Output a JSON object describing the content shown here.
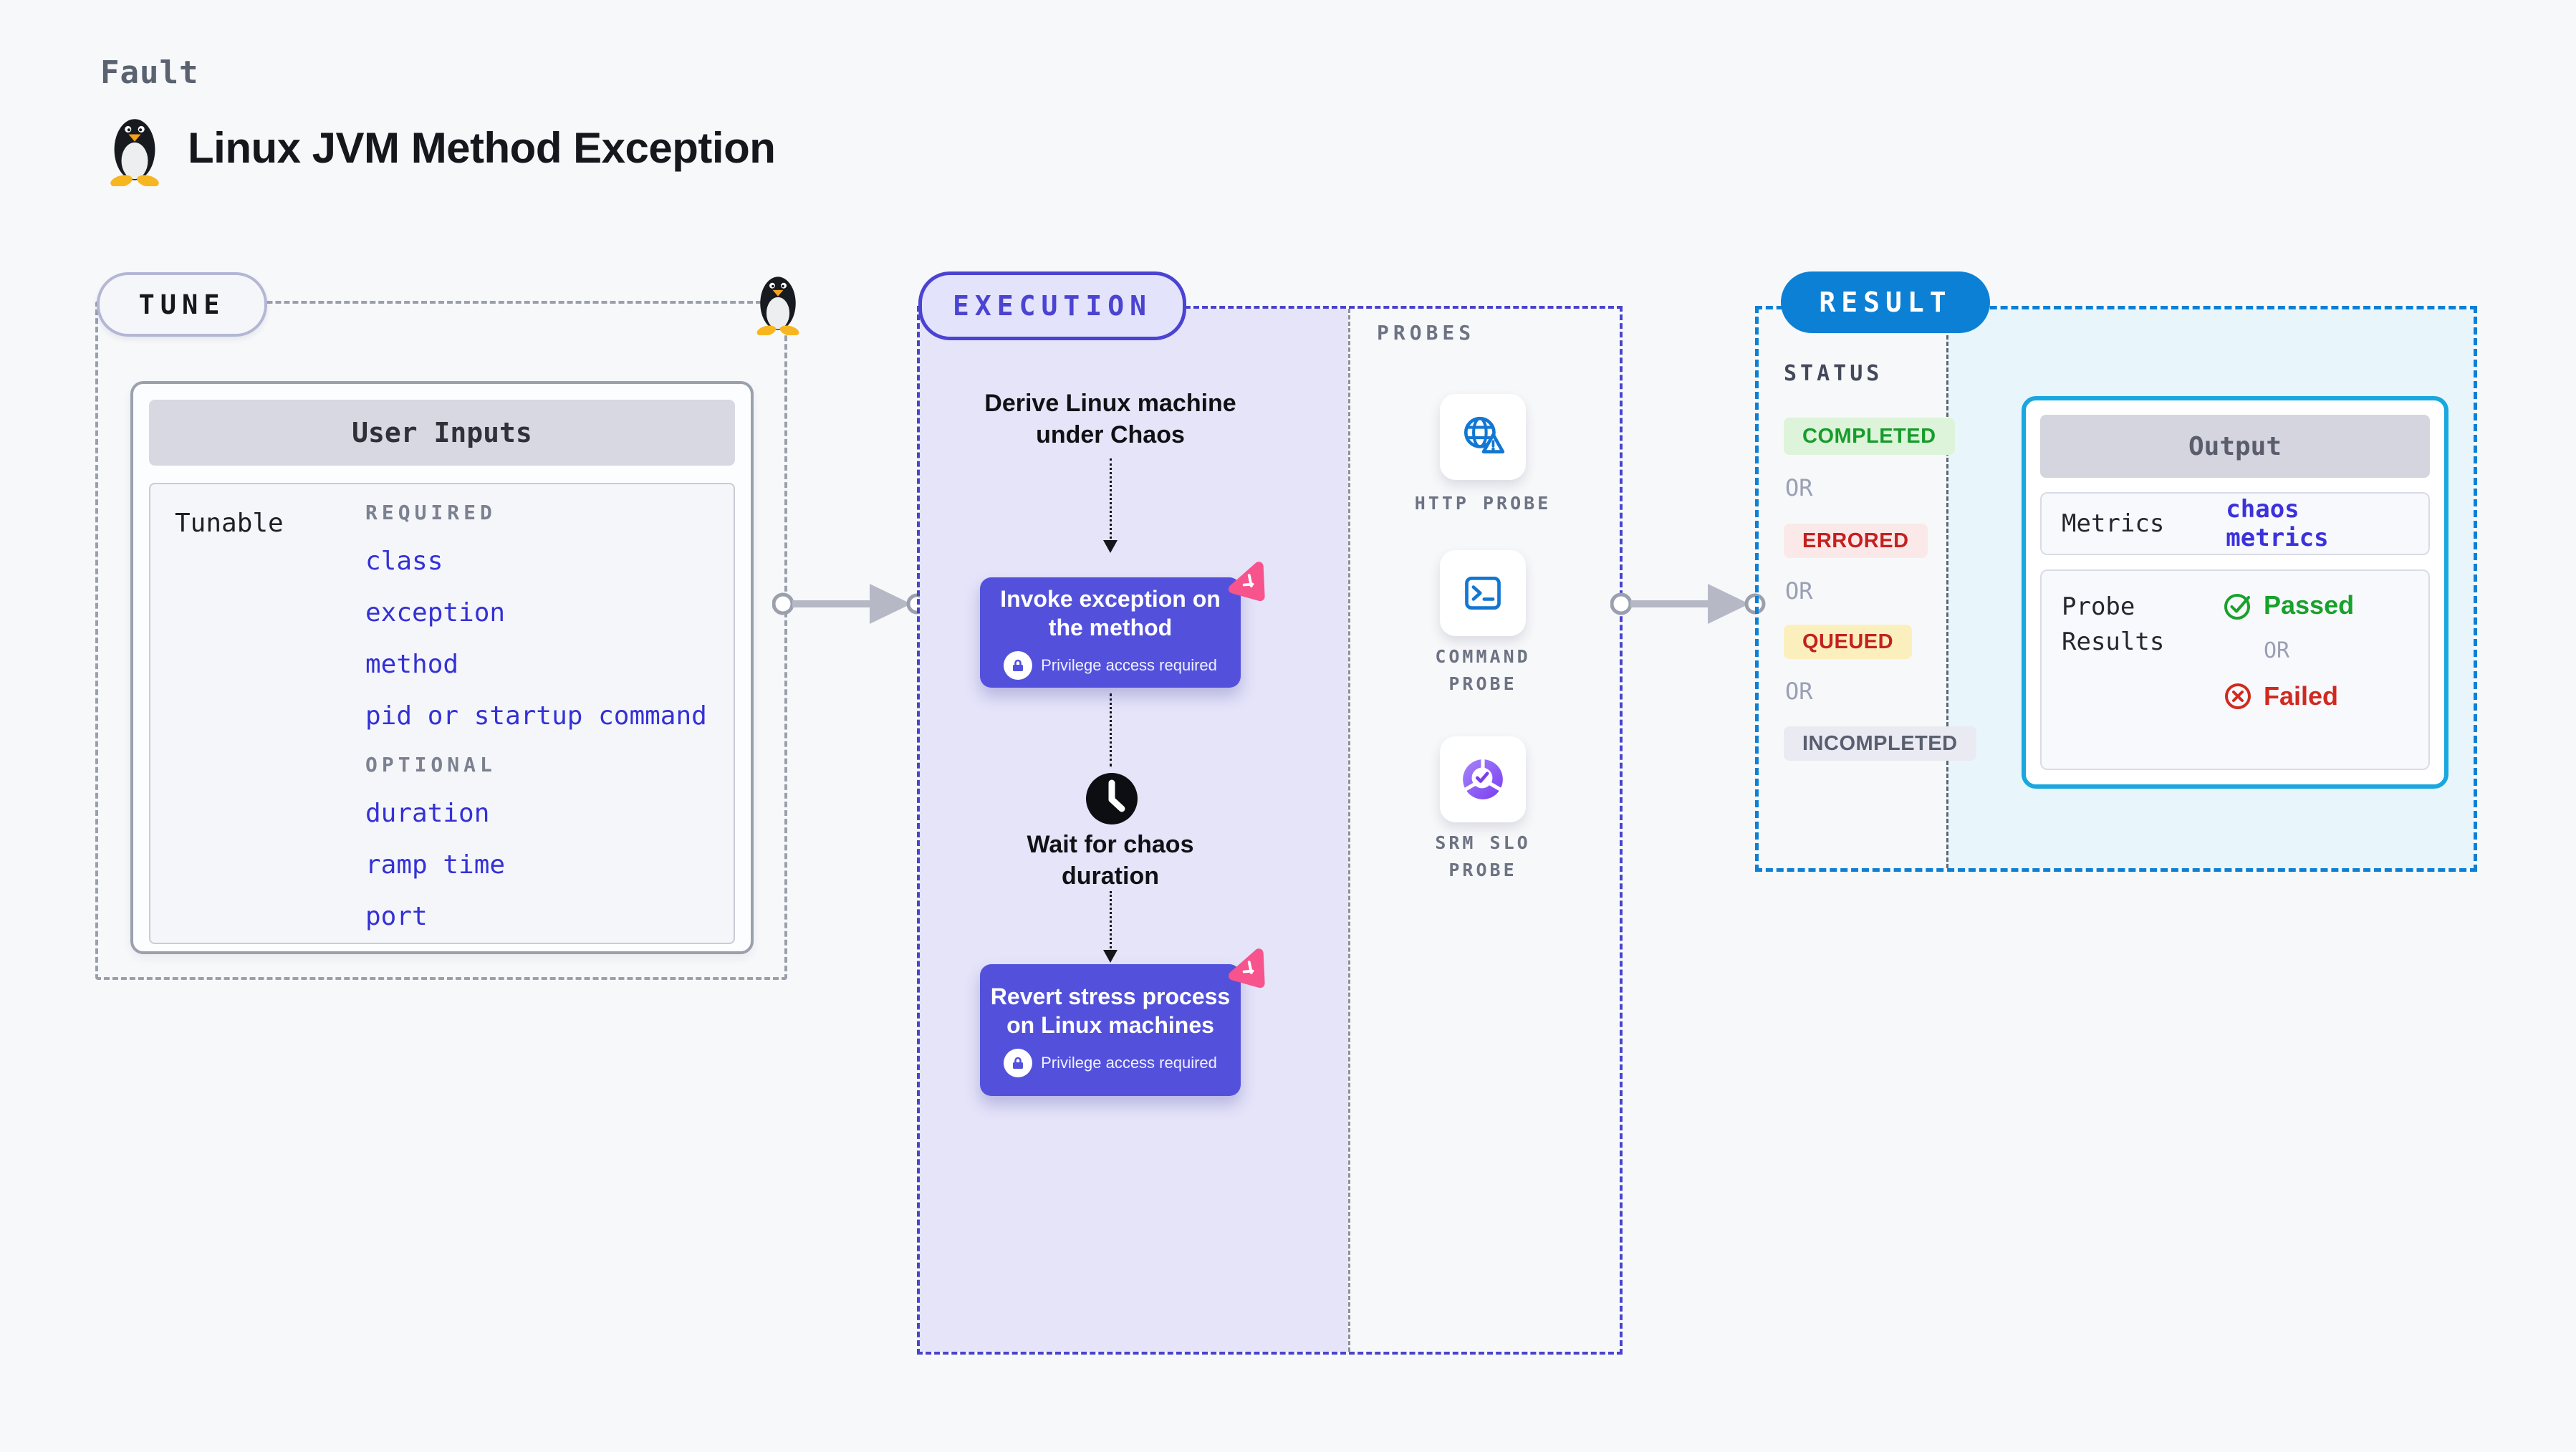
{
  "page": {
    "kicker": "Fault",
    "title": "Linux JVM Method Exception"
  },
  "tune": {
    "label": "TUNE",
    "table": {
      "header": "User Inputs",
      "row_label": "Tunable",
      "groups": [
        {
          "heading": "REQUIRED",
          "items": [
            "class",
            "exception",
            "method",
            "pid or startup command"
          ]
        },
        {
          "heading": "OPTIONAL",
          "items": [
            "duration",
            "ramp time",
            "port"
          ]
        }
      ]
    }
  },
  "execution": {
    "label": "EXECUTION",
    "steps": {
      "derive": "Derive Linux machine under Chaos",
      "invoke": "Invoke exception on the method",
      "invoke_note": "Privilege access required",
      "wait": "Wait for chaos duration",
      "revert": "Revert stress process on Linux machines",
      "revert_note": "Privilege access required"
    }
  },
  "probes": {
    "label": "PROBES",
    "items": [
      {
        "name": "HTTP PROBE",
        "icon": "globe-alert-icon"
      },
      {
        "name": "COMMAND PROBE",
        "icon": "terminal-icon"
      },
      {
        "name": "SRM SLO PROBE",
        "icon": "slo-check-icon"
      }
    ]
  },
  "result": {
    "label": "RESULT",
    "status_label": "STATUS",
    "or": "OR",
    "statuses": [
      {
        "label": "COMPLETED",
        "bg": "#def4da",
        "color": "#169c2b"
      },
      {
        "label": "ERRORED",
        "bg": "#fbe9e9",
        "color": "#c32120"
      },
      {
        "label": "QUEUED",
        "bg": "#fbf0bd",
        "color": "#c32120"
      },
      {
        "label": "INCOMPLETED",
        "bg": "#e9eaf2",
        "color": "#5a5f70"
      }
    ],
    "output": {
      "header": "Output",
      "metrics_label": "Metrics",
      "metrics_link": "chaos metrics",
      "probe_label": "Probe Results",
      "passed": "Passed",
      "failed": "Failed"
    }
  },
  "colors": {
    "accent_indigo": "#5351dc",
    "execution_border": "#4a43cb",
    "execution_fill": "#e5e4f9",
    "result_blue": "#0c80d5",
    "result_fill": "#e8f6fc",
    "output_border": "#18a7de",
    "chaos_pink": "#f7538c",
    "probe_blue": "#1277d2",
    "slo_purple": "#7a3df0",
    "passed_green": "#18a12c",
    "failed_red": "#d02a20",
    "link_blue": "#3431d6"
  }
}
